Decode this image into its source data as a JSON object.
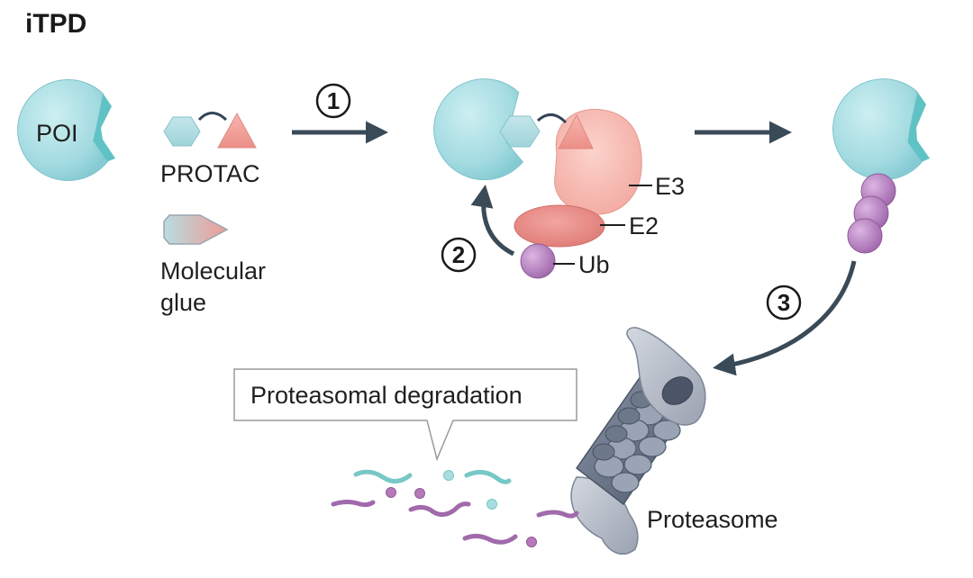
{
  "title": "iTPD",
  "labels": {
    "poi": "POI",
    "protac": "PROTAC",
    "molecular_glue_line1": "Molecular",
    "molecular_glue_line2": "glue",
    "e3": "E3",
    "e2": "E2",
    "ub": "Ub",
    "proteasome": "Proteasome",
    "callout": "Proteasomal degradation"
  },
  "steps": [
    "1",
    "2",
    "3"
  ],
  "colors": {
    "poi_fill": "#a9dde3",
    "poi_pocket": "#5fc2c4",
    "linker_teal": "#b7e1e6",
    "e3_fill": "#f6b3ab",
    "e2_fill": "#ea8b86",
    "ub_fill": "#b57cc0",
    "arrow": "#3a4a57",
    "proteasome_dark": "#5d6a7d",
    "proteasome_light": "#b6bdc9",
    "fragment_teal": "#77c8c6",
    "fragment_purple": "#a06aab"
  }
}
